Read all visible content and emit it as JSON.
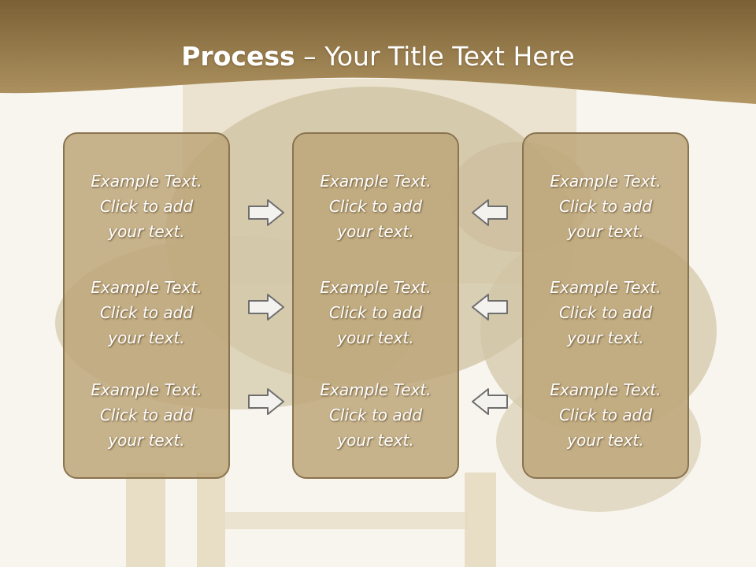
{
  "slide": {
    "title_bold": "Process",
    "title_rest": " – Your Title Text Here"
  },
  "columns": [
    {
      "items": [
        {
          "line1": "Example Text.",
          "line2": "Click  to add",
          "line3": "your text."
        },
        {
          "line1": "Example Text.",
          "line2": "Click  to add",
          "line3": "your text."
        },
        {
          "line1": "Example Text.",
          "line2": "Click  to add",
          "line3": "your text."
        }
      ]
    },
    {
      "items": [
        {
          "line1": "Example Text.",
          "line2": "Click  to add",
          "line3": "your text."
        },
        {
          "line1": "Example Text.",
          "line2": "Click  to add",
          "line3": "your text."
        },
        {
          "line1": "Example Text.",
          "line2": "Click  to add",
          "line3": "your text."
        }
      ]
    },
    {
      "items": [
        {
          "line1": "Example Text.",
          "line2": "Click  to add",
          "line3": "your text."
        },
        {
          "line1": "Example Text.",
          "line2": "Click  to add",
          "line3": "your text."
        },
        {
          "line1": "Example Text.",
          "line2": "Click  to add",
          "line3": "your text."
        }
      ]
    }
  ],
  "arrows": {
    "left_group": "right-arrow-icon",
    "right_group": "left-arrow-icon"
  },
  "colors": {
    "banner_dark": "#7a6035",
    "banner_light": "#b59a6a",
    "box_fill": "#bea67a",
    "box_border": "#8a7450"
  }
}
